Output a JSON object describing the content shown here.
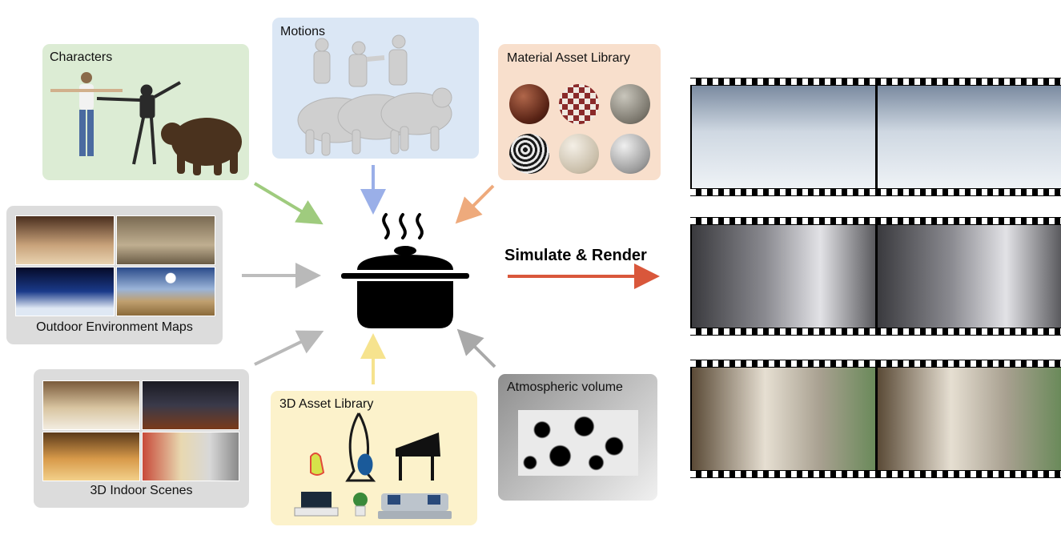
{
  "panels": {
    "characters": {
      "label": "Characters"
    },
    "motions": {
      "label": "Motions"
    },
    "material": {
      "label": "Material Asset Library"
    },
    "envmaps": {
      "label": "Outdoor Environment Maps"
    },
    "indoor": {
      "label": "3D Indoor Scenes"
    },
    "asset3d": {
      "label": "3D Asset Library"
    },
    "atmos": {
      "label": "Atmospheric volume"
    }
  },
  "center": {
    "icon": "cooking-pot-icon",
    "steam_icon": "steam-icon"
  },
  "output_arrow": {
    "label": "Simulate & Render",
    "color": "#d9573b"
  },
  "arrow_colors": {
    "characters": "#9fcb7e",
    "motions": "#9aafe8",
    "material": "#eeaa7c",
    "envmaps": "#bdbdbd",
    "indoor": "#b9b9b9",
    "asset3d": "#f6e38e",
    "atmos": "#a9a9a9"
  },
  "films": [
    {
      "scene": "snowy-outdoor-scene",
      "colors": [
        "#a9b7c6",
        "#e8eef4"
      ]
    },
    {
      "scene": "room-with-window-scene",
      "colors": [
        "#5a5a5e",
        "#cfcfd2"
      ]
    },
    {
      "scene": "kitchen-chef-scene",
      "colors": [
        "#6d5a44",
        "#d9d2c4"
      ]
    }
  ]
}
